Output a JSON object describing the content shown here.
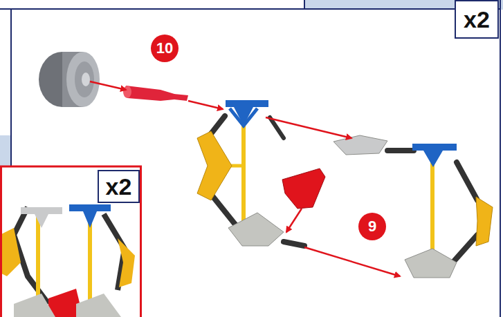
{
  "diagram": {
    "nodes": [
      {
        "text": [
          "x2"
        ]
      },
      {
        "text": [
          "10"
        ]
      },
      {
        "text": [
          "x2"
        ]
      },
      {
        "text": [
          "9"
        ]
      }
    ]
  }
}
